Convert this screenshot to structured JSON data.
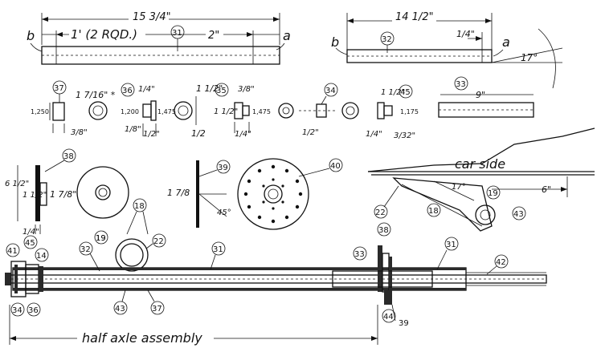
{
  "diagram": {
    "part31": {
      "overall": "15 3/4\"",
      "left_len": "1' (2 RQD.)",
      "right_len": "2\"",
      "callout": "31",
      "end_b": "b",
      "end_a": "a"
    },
    "part32": {
      "overall": "14 1/2\"",
      "right_len": "1/4\"",
      "callout": "32",
      "end_b": "b",
      "end_a": "a",
      "angle": "17°"
    },
    "part37": {
      "callout": "37",
      "dia": "1,250",
      "od": "1 7/16\" *",
      "len": "3/8\""
    },
    "part36": {
      "callout": "36",
      "top": "1/4\"",
      "dia1": "1,200",
      "dia2": "1,475",
      "left": "1/8\"",
      "bot": "1/2\""
    },
    "part_mid": {
      "right": "1 1/2\"",
      "bot": "1/2"
    },
    "part35": {
      "callout": "35",
      "top": "3/8\"",
      "left": "1 1/2\"",
      "dia": "1,475",
      "bot": "1/4\""
    },
    "part34": {
      "callout": "34",
      "bot": "1/2\""
    },
    "part45": {
      "callout": "45",
      "top": "1 1/2\"",
      "dia": "1,175",
      "left": "1/4\"",
      "bot": "3/32\""
    },
    "part33": {
      "callout": "33",
      "len": "9\""
    },
    "part38": {
      "callout": "38",
      "h1": "6 1/2\"",
      "h2": "1 1/2\"",
      "h3": "1 7/8\"",
      "w": "1/4\""
    },
    "part39": {
      "callout": "39",
      "dia": "1 7/8",
      "angle": "45°"
    },
    "part40": {
      "callout": "40"
    },
    "part18": {
      "callout": "18"
    },
    "part19": {
      "callout": "19"
    },
    "part22": {
      "callout": "22"
    },
    "carside": {
      "label": "car side",
      "dim": "6\"",
      "angle": "17°",
      "c19": "19",
      "c18": "18",
      "c22": "22",
      "c43": "43"
    },
    "assembly": {
      "title": "half axle assembly",
      "callouts_top": [
        "41",
        "45",
        "14",
        "32",
        "19",
        "31",
        "33",
        "38",
        "31",
        "42"
      ],
      "callouts_bottom": [
        "34",
        "36",
        "43",
        "37",
        "44",
        "39"
      ]
    }
  }
}
